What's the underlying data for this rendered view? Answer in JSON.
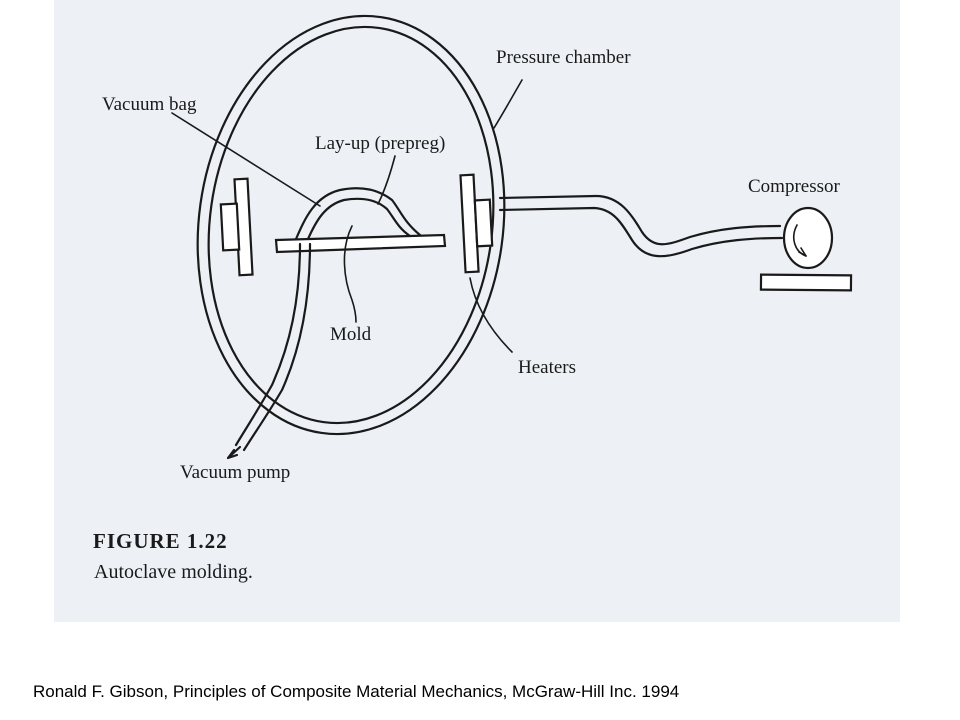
{
  "figure": {
    "number": "FIGURE 1.22",
    "caption": "Autoclave molding."
  },
  "labels": {
    "pressure_chamber": "Pressure chamber",
    "vacuum_bag": "Vacuum bag",
    "layup": "Lay-up (prepreg)",
    "compressor": "Compressor",
    "mold": "Mold",
    "heaters": "Heaters",
    "vacuum_pump": "Vacuum pump"
  },
  "citation": "Ronald F. Gibson, Principles of Composite Material Mechanics, McGraw-Hill Inc. 1994",
  "colors": {
    "ink": "#1a1a1a",
    "scan_background": "#edf0f5",
    "page_background": "#ffffff"
  }
}
